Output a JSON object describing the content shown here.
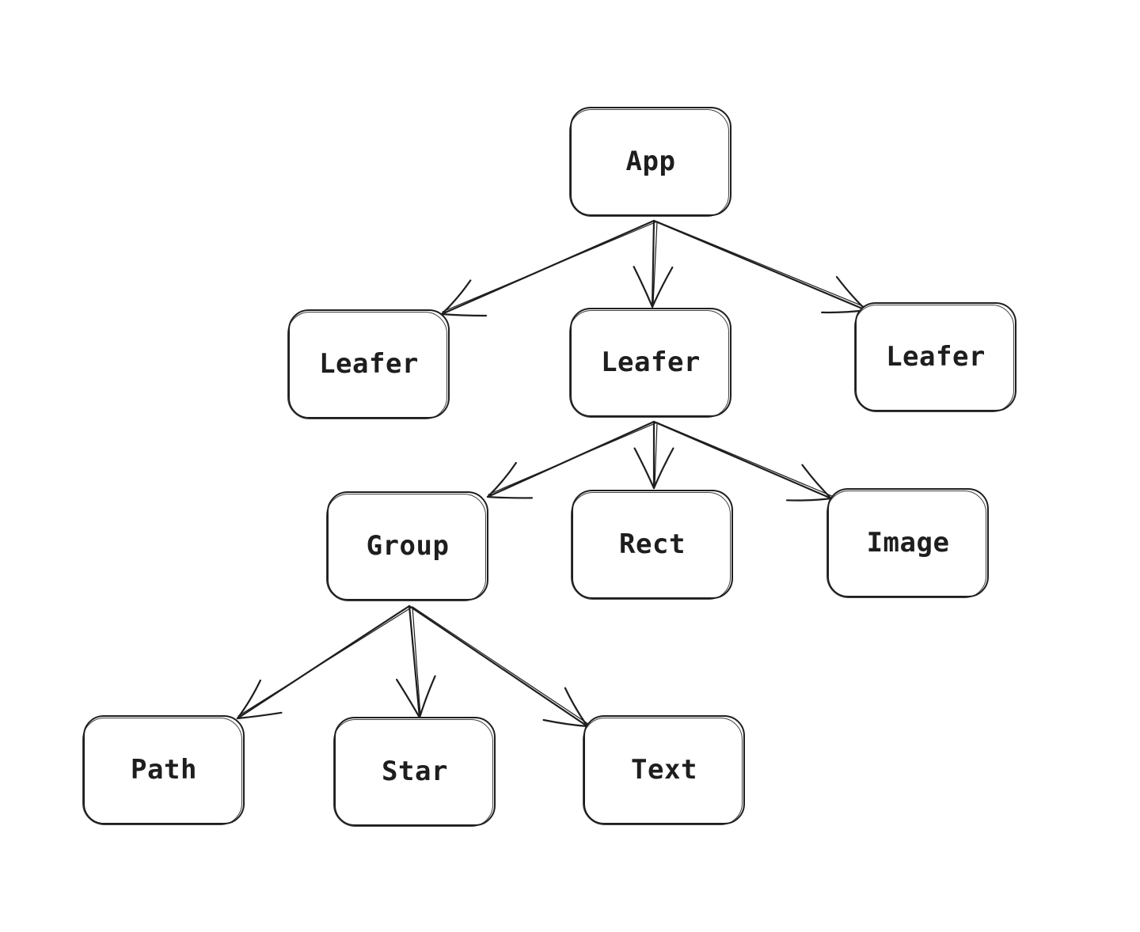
{
  "nodes": {
    "app": "App",
    "leafer_left": "Leafer",
    "leafer_center": "Leafer",
    "leafer_right": "Leafer",
    "group": "Group",
    "rect": "Rect",
    "image": "Image",
    "path": "Path",
    "star": "Star",
    "text": "Text"
  },
  "edges": [
    [
      "app",
      "leafer_left"
    ],
    [
      "app",
      "leafer_center"
    ],
    [
      "app",
      "leafer_right"
    ],
    [
      "leafer_center",
      "group"
    ],
    [
      "leafer_center",
      "rect"
    ],
    [
      "leafer_center",
      "image"
    ],
    [
      "group",
      "path"
    ],
    [
      "group",
      "star"
    ],
    [
      "group",
      "text"
    ]
  ],
  "colors": {
    "stroke": "#1e1e1e",
    "background": "#ffffff"
  }
}
